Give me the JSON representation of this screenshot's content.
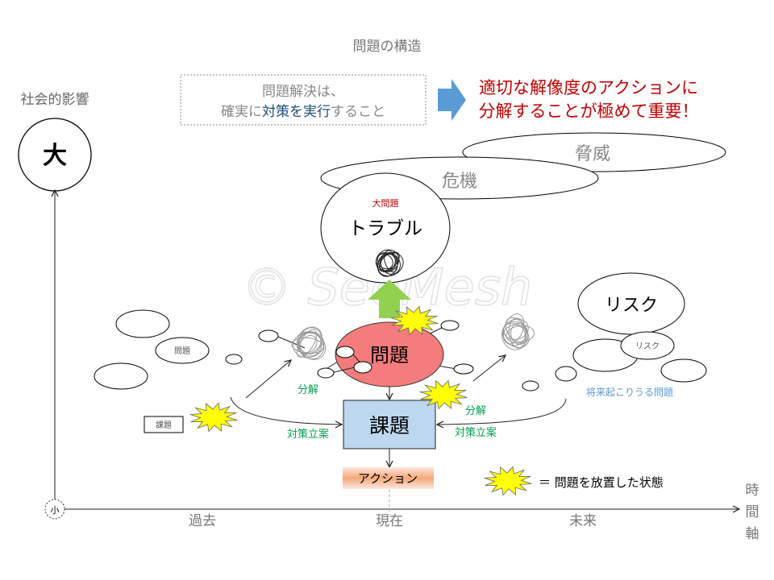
{
  "title": "問題の構造",
  "y_axis": {
    "label": "社会的影響",
    "top": "大",
    "bottom": "小"
  },
  "x_axis": {
    "label_chars": [
      "時",
      "間",
      "軸"
    ],
    "ticks": [
      "過去",
      "現在",
      "未来"
    ]
  },
  "note_box": {
    "line1": "問題解決は、",
    "line2_a": "確実に",
    "line2_b": "対策を実行",
    "line2_c": "すること"
  },
  "callout": {
    "line1": "適切な解像度のアクションに",
    "line2": "分解することが極めて重要！"
  },
  "threat": "脅威",
  "crisis": "危機",
  "trouble": {
    "sub": "大問題",
    "label": "トラブル"
  },
  "risk_big": "リスク",
  "risk_small": "リスク",
  "problem_main": "問題",
  "problem_small": "問題",
  "task_main": "課題",
  "task_small": "課題",
  "action": "アクション",
  "left_flow": {
    "decompose": "分解",
    "plan": "対策立案"
  },
  "right_flow": {
    "decompose": "分解",
    "plan": "対策立案"
  },
  "future_label": "将来起こりうる問題",
  "legend": {
    "text": "＝ 問題を放置した状態"
  },
  "watermark": "© SeeMesh",
  "colors": {
    "red": "#c00000",
    "blue_arrow": "#5b9bd5",
    "green": "#00a050",
    "problem_fill": "#f47c7c",
    "task_fill": "#bdd7ee",
    "future_blue": "#5b9bd5",
    "star": "#ffff00"
  }
}
